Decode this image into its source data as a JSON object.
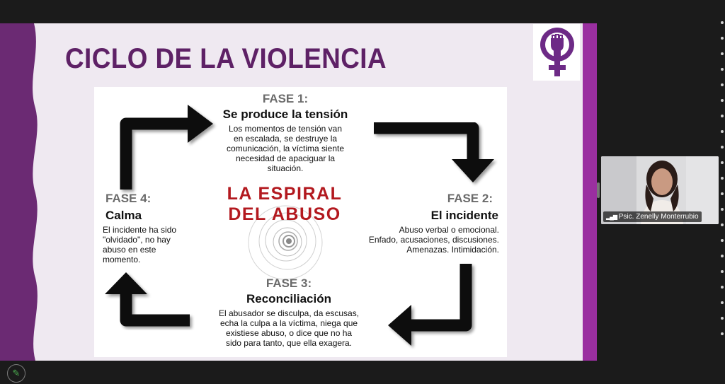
{
  "slide": {
    "title": "CICLO DE LA VIOLENCIA",
    "center_title_line1": "LA ESPIRAL",
    "center_title_line2": "DEL ABUSO",
    "phases": [
      {
        "num": "FASE 1:",
        "name": "Se produce la tensión",
        "desc": [
          "Los momentos de tensión van",
          "en escalada, se destruye la",
          "comunicación, la víctima siente",
          "necesidad de apaciguar la",
          "situación."
        ]
      },
      {
        "num": "FASE 2:",
        "name": "El incidente",
        "desc": [
          "Abuso verbal o emocional.",
          "Enfado, acusaciones, discusiones.",
          "Amenazas. Intimidación."
        ]
      },
      {
        "num": "FASE 3:",
        "name": "Reconciliación",
        "desc": [
          "El abusador se disculpa, da escusas,",
          "echa la culpa a la víctima, niega que",
          "existiese abuso, o dice que no ha",
          "sido para tanto, que ella exagera."
        ]
      },
      {
        "num": "FASE 4:",
        "name": "Calma",
        "desc": [
          "El incidente ha sido",
          "\"olvidado\", no hay",
          "abuso en este",
          "momento."
        ]
      }
    ],
    "colors": {
      "title": "#5e2166",
      "accent": "#9a2fa0",
      "center_title": "#b3191f"
    }
  },
  "logo": {
    "icon": "feminist-fist-icon"
  },
  "video": {
    "participant_name": "Psic. Zenelly Monterrubio",
    "icon": "signal-bars-icon"
  },
  "controls": {
    "icons": [
      "prev-icon",
      "next-icon",
      "pen-icon",
      "copy-icon",
      "zoom-icon",
      "more-icon"
    ],
    "pen_icon": "pencil-icon"
  }
}
